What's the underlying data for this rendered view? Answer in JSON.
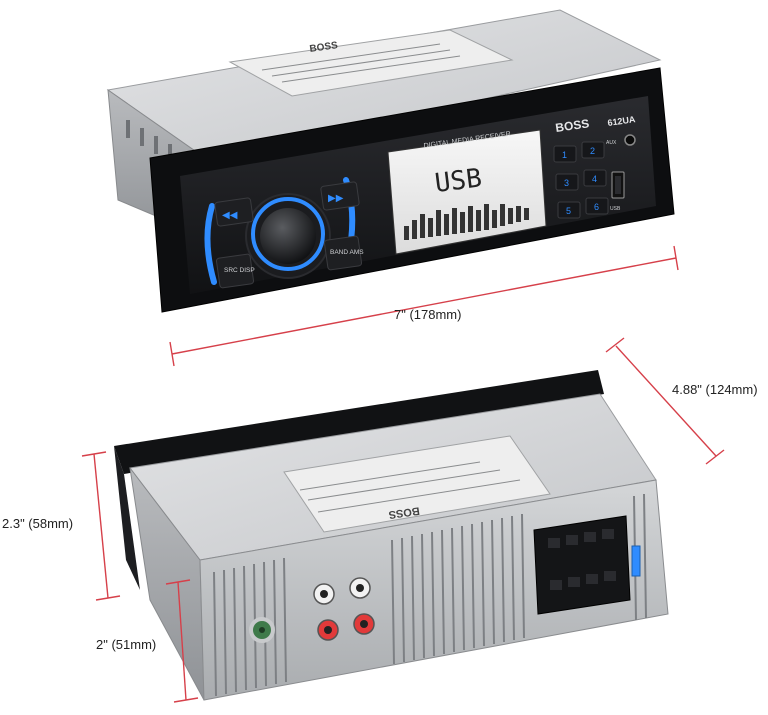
{
  "product": {
    "brand": "BOSS",
    "model": "612UA",
    "faceplate_caption": "DIGITAL MEDIA RECEIVER",
    "display_text": "USB",
    "buttons": {
      "src_disp": "SRC DISP",
      "band_ams": "BAND AMS",
      "preset_1": "1",
      "preset_2": "2",
      "preset_3": "3",
      "preset_4": "4",
      "preset_5": "5",
      "preset_6": "6",
      "aux_label": "AUX",
      "usb_label": "USB"
    }
  },
  "dimensions": {
    "width": "7\" (178mm)",
    "depth": "4.88\" (124mm)",
    "height": "2.3\" (58mm)",
    "nose_height": "2\" (51mm)"
  },
  "colors": {
    "background": "#ffffff",
    "dimension_line": "#d6404a",
    "chassis": "#c9cbcd",
    "faceplate": "#1a1b1e",
    "accent_blue": "#2f8cff",
    "lcd": "#f0f0f0"
  },
  "icons": [
    "prev-track-icon",
    "next-track-icon",
    "volume-knob-icon",
    "usb-port-icon",
    "aux-jack-icon",
    "rca-jack-icon",
    "wiring-harness-icon"
  ]
}
